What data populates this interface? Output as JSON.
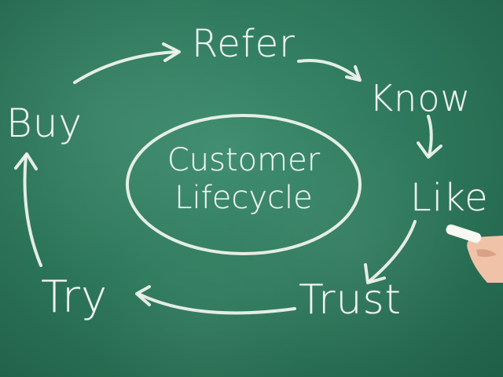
{
  "scene": {
    "words": {
      "refer": "Refer",
      "know": "Know",
      "like": "Like",
      "trust": "Trust",
      "try": "Try",
      "buy": "Buy"
    },
    "center_label": {
      "line1": "Customer",
      "line2": "Lifecycle"
    },
    "colors": {
      "board": "#2f7a5e",
      "chalk": "#eef3ec",
      "skin": "#f0c3a9"
    },
    "icons": {
      "hand": "hand-with-chalk-icon"
    }
  }
}
